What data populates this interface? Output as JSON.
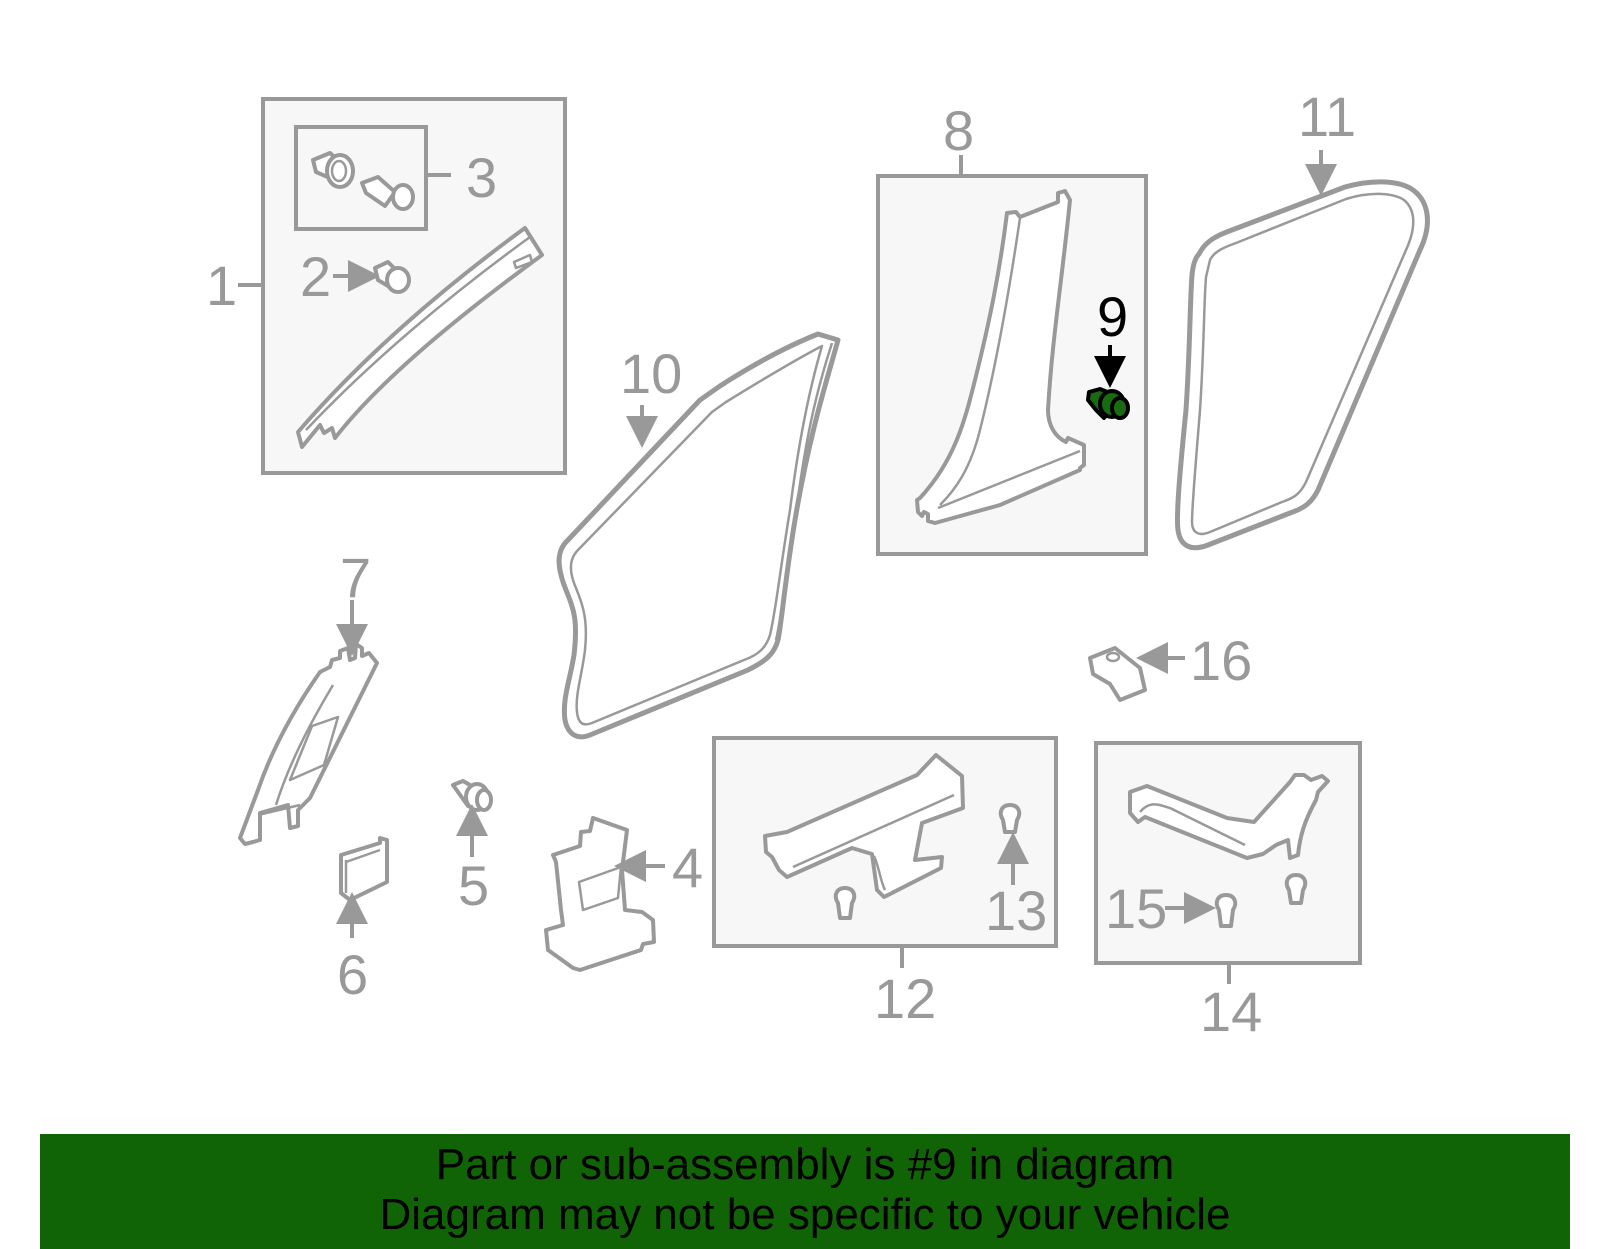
{
  "diagram": {
    "highlighted_part": "9",
    "colors": {
      "line": "#999999",
      "box_fill": "#f7f7f7",
      "highlight_fill": "#1a6a12",
      "highlight_label": "#000000",
      "banner_bg": "#116405"
    },
    "callouts": [
      {
        "id": "1",
        "label": "1"
      },
      {
        "id": "2",
        "label": "2"
      },
      {
        "id": "3",
        "label": "3"
      },
      {
        "id": "4",
        "label": "4"
      },
      {
        "id": "5",
        "label": "5"
      },
      {
        "id": "6",
        "label": "6"
      },
      {
        "id": "7",
        "label": "7"
      },
      {
        "id": "8",
        "label": "8"
      },
      {
        "id": "9",
        "label": "9"
      },
      {
        "id": "10",
        "label": "10"
      },
      {
        "id": "11",
        "label": "11"
      },
      {
        "id": "12",
        "label": "12"
      },
      {
        "id": "13",
        "label": "13"
      },
      {
        "id": "14",
        "label": "14"
      },
      {
        "id": "15",
        "label": "15"
      },
      {
        "id": "16",
        "label": "16"
      }
    ]
  },
  "banner": {
    "line1": "Part or sub-assembly is #9 in diagram",
    "line2": "Diagram may not be specific to your vehicle"
  }
}
